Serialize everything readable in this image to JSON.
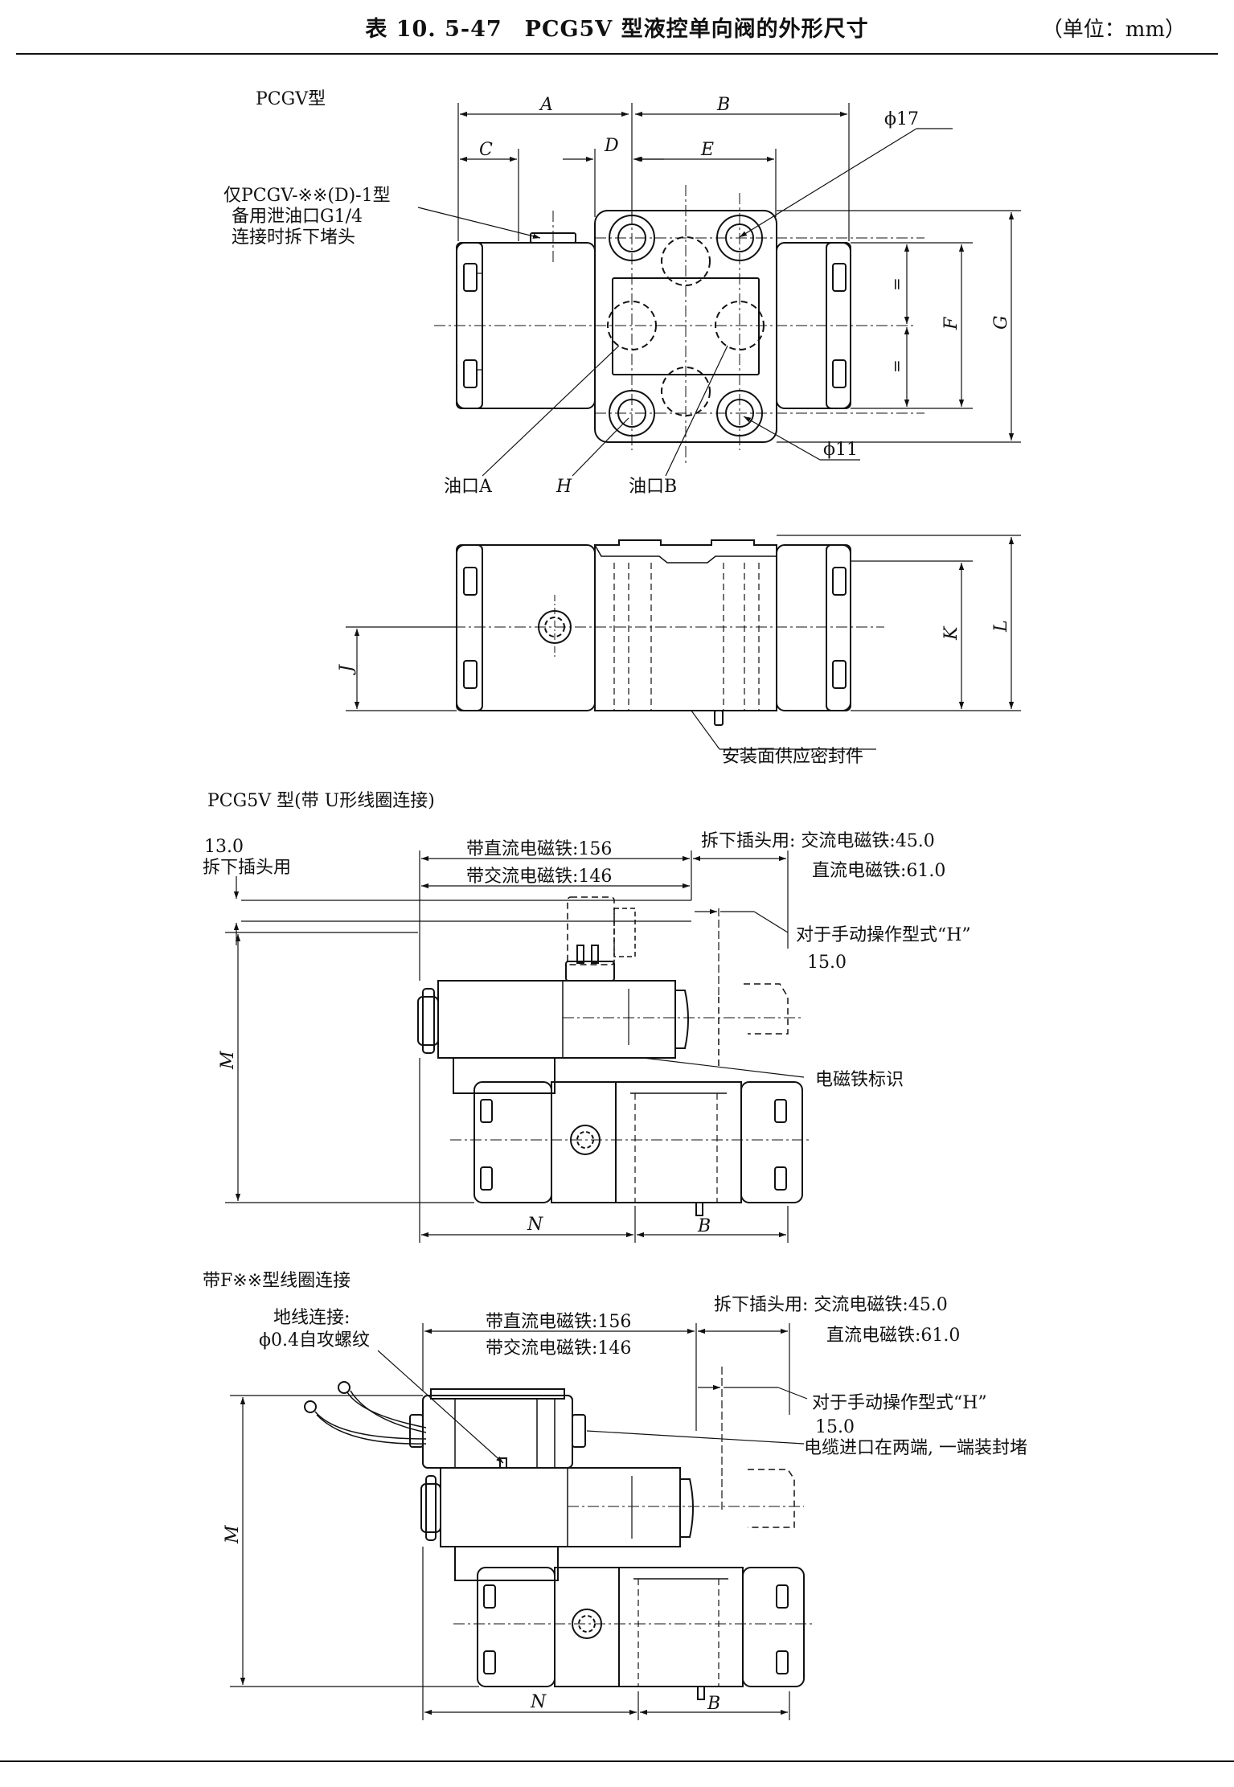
{
  "header": {
    "title": "表 10. 5-47　PCG5V 型液控单向阀的外形尺寸",
    "unit": "（单位：mm）"
  },
  "view1": {
    "label": "PCGV型",
    "note_line1": "仅PCGV-※※(D)-1型",
    "note_line2": "备用泄油口G1/4",
    "note_line3": "连接时拆下堵头",
    "dims": {
      "A": "A",
      "B": "B",
      "C": "C",
      "D": "D",
      "E": "E",
      "F": "F",
      "G": "G",
      "H": "H",
      "eq1": "=",
      "eq2": "="
    },
    "phi17": "ϕ17",
    "phi11": "ϕ11",
    "port_a": "油口A",
    "port_b": "油口B"
  },
  "view2": {
    "dims": {
      "J": "J",
      "K": "K",
      "L": "L"
    },
    "seal_note": "安装面供应密封件"
  },
  "view3": {
    "label": "PCG5V 型(带 U形线圈连接)",
    "plug_offset": "13.0",
    "plug_note": "拆下插头用",
    "dc_dim": "带直流电磁铁:156",
    "ac_dim": "带交流电磁铁:146",
    "remove_plug_ac": "拆下插头用: 交流电磁铁:45.0",
    "remove_plug_dc": "直流电磁铁:61.0",
    "manual_note": "对于手动操作型式“H”",
    "manual_dim": "15.0",
    "solenoid_mark": "电磁铁标识",
    "dims": {
      "M": "M",
      "N": "N",
      "B": "B"
    }
  },
  "view4": {
    "label": "带F※※型线圈连接",
    "ground_line1": "地线连接:",
    "ground_line2": "ϕ0.4自攻螺纹",
    "dc_dim": "带直流电磁铁:156",
    "ac_dim": "带交流电磁铁:146",
    "remove_plug_ac": "拆下插头用: 交流电磁铁:45.0",
    "remove_plug_dc": "直流电磁铁:61.0",
    "manual_note": "对于手动操作型式“H”",
    "manual_dim": "15.0",
    "cable_note": "电缆进口在两端, 一端装封堵",
    "dims": {
      "M": "M",
      "N": "N",
      "B": "B"
    }
  }
}
